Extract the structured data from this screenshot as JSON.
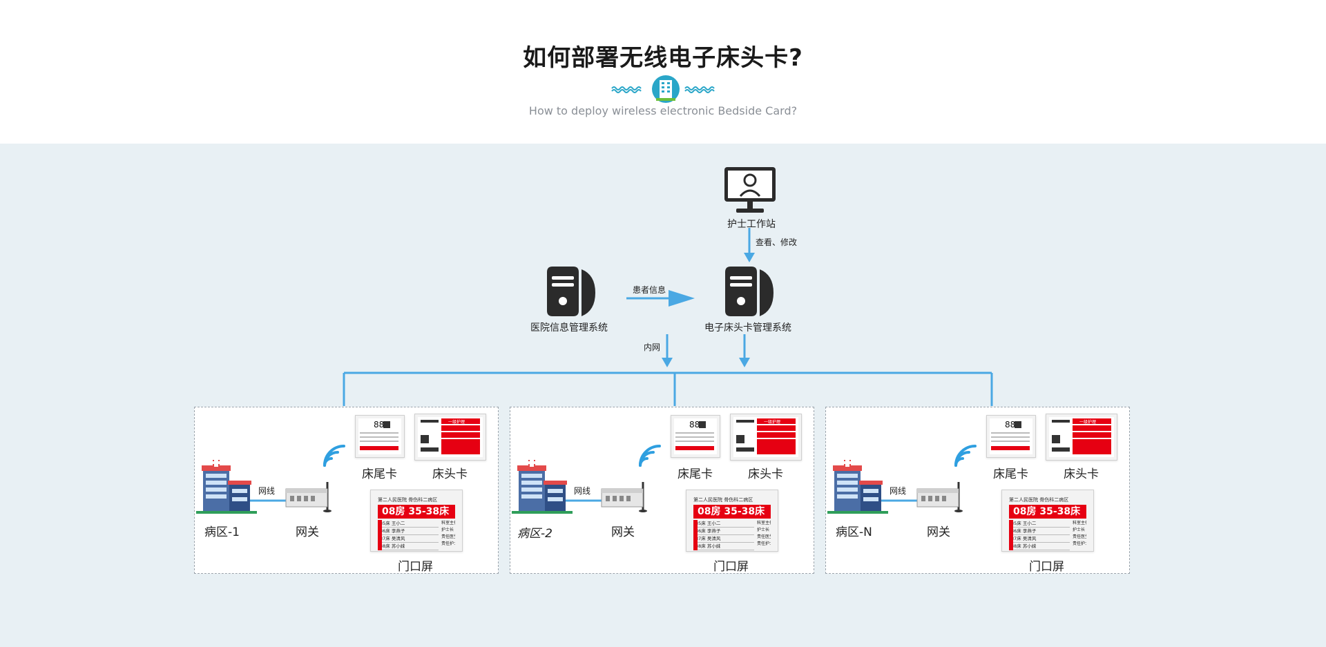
{
  "header": {
    "title": "如何部署无线电子床头卡?",
    "subtitle": "How to deploy wireless electronic Bedside Card?"
  },
  "nodes": {
    "nurse_station": "护士工作站",
    "his": "医院信息管理系统",
    "bedside_system": "电子床头卡管理系统"
  },
  "edges": {
    "view_modify": "查看、修改",
    "patient_info": "患者信息",
    "intranet": "内网"
  },
  "wards": [
    {
      "label": "病区-1",
      "gateway": "网关",
      "cable": "网线",
      "tail_card": "床尾卡",
      "head_card": "床头卡",
      "door_screen": "门口屏"
    },
    {
      "label": "病区-2",
      "gateway": "网关",
      "cable": "网线",
      "tail_card": "床尾卡",
      "head_card": "床头卡",
      "door_screen": "门口屏"
    },
    {
      "label": "病区-N",
      "gateway": "网关",
      "cable": "网线",
      "tail_card": "床尾卡",
      "head_card": "床头卡",
      "door_screen": "门口屏"
    }
  ],
  "tail_card_content": {
    "number": "88"
  },
  "head_card_content": {
    "badge": "一级护理"
  },
  "door_screen_content": {
    "hospital": "第二人民医院",
    "dept": "骨伤科二病区",
    "room": "08房",
    "beds": "35-38床",
    "rows": [
      "35床 王小二",
      "36床 李燕子",
      "37床 吴清风",
      "38床 苏小妹"
    ],
    "side": [
      "科室主任",
      "护士长",
      "责任医生",
      "责任护士"
    ]
  },
  "colors": {
    "accent": "#2f9fe0",
    "line": "#4aa8e3",
    "device": "#2b2b2b",
    "red": "#e60012",
    "panel_bg": "#e8f0f4"
  },
  "icons": [
    "water-wave-icon",
    "building-icon",
    "monitor-user-icon",
    "server-icon",
    "hospital-icon",
    "gateway-icon",
    "wifi-icon"
  ]
}
